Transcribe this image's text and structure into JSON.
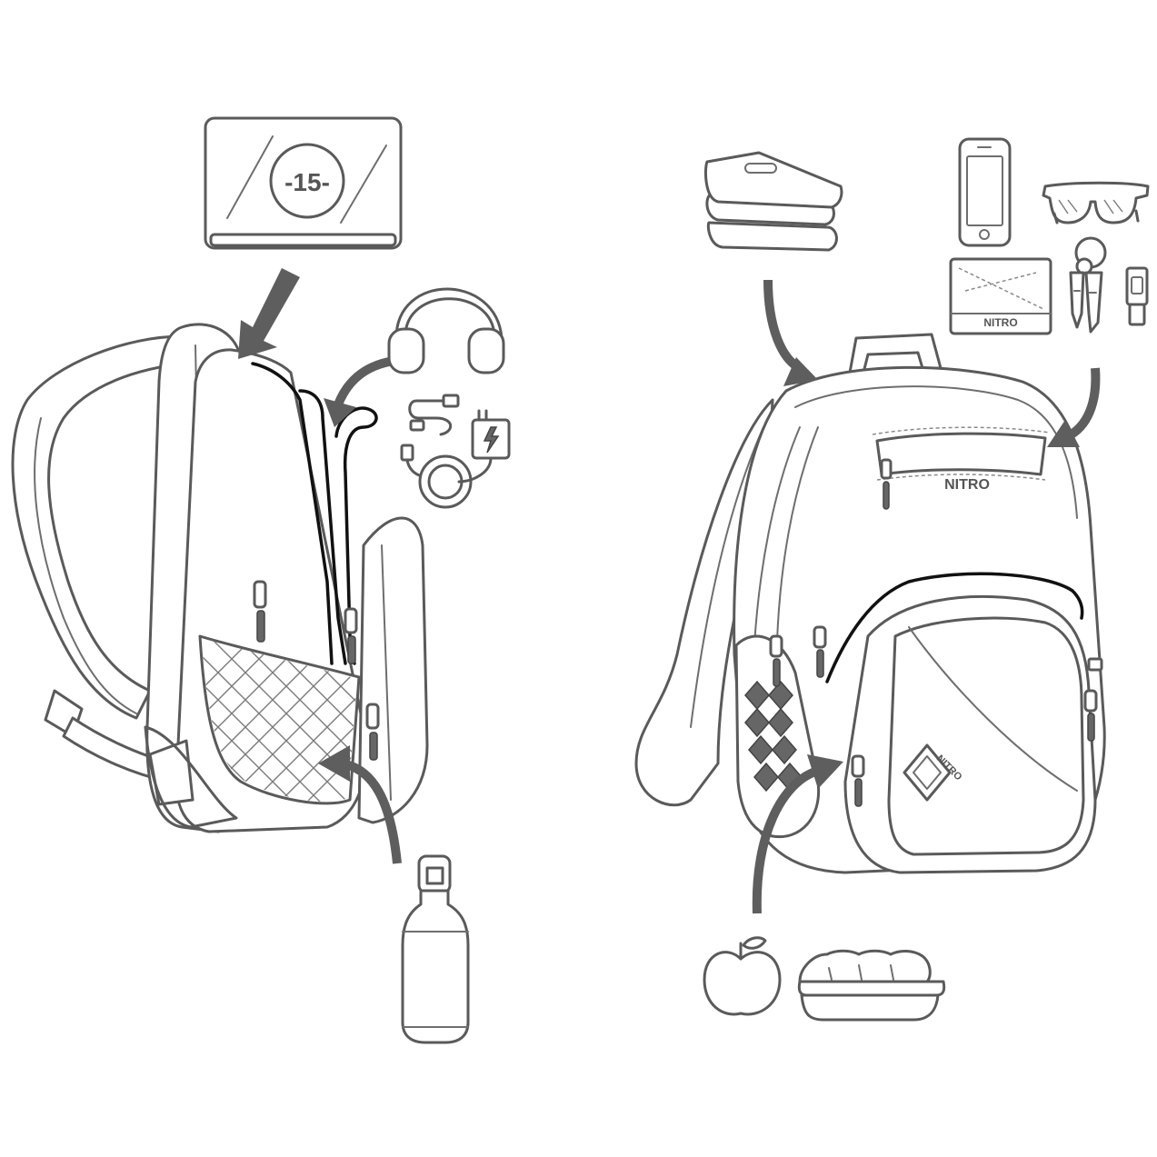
{
  "tablet": {
    "badge_text": "-15-"
  },
  "brand": {
    "main_logo": "NITRO",
    "wallet_logo": "NITRO",
    "emblem_text": "NITRO"
  },
  "icons": {
    "left": [
      "tablet-icon",
      "headphones-icon",
      "usb-cable-icon",
      "charger-icon",
      "water-bottle-icon"
    ],
    "right": [
      "books-icon",
      "phone-icon",
      "sunglasses-icon",
      "wallet-icon",
      "keys-icon",
      "usb-stick-icon",
      "apple-icon",
      "sandwich-icon"
    ]
  },
  "colors": {
    "line": "#5a5a5a",
    "highlight": "#111111",
    "arrow": "#5e5e5e",
    "background": "#ffffff"
  }
}
